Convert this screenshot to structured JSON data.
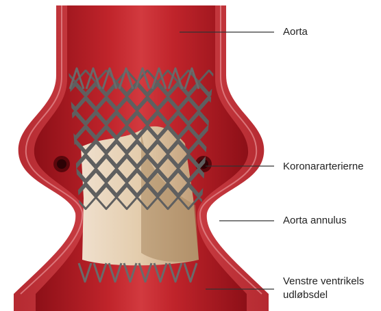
{
  "labels": {
    "aorta": "Aorta",
    "coronary_arteries": "Koronararterierne",
    "aortic_annulus": "Aorta annulus",
    "lvot_line1": "Venstre ventrikels",
    "lvot_line2": "udløbsdel"
  },
  "colors": {
    "vessel_wall": "#c8353c",
    "vessel_lumen": "#a8141d",
    "vessel_highlight": "#d8474b",
    "wall_outline": "#e2868a",
    "stent_metal": "#6a6a6a",
    "valve_tissue": "#e8dcc0",
    "callout_line": "#333333"
  }
}
